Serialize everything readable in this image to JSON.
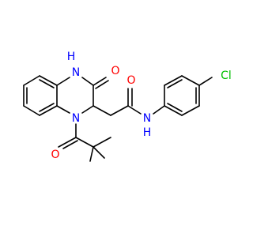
{
  "colors": {
    "carbon_bond": "#000000",
    "nitrogen": "#0000ff",
    "oxygen": "#ff0000",
    "chlorine": "#00c000",
    "background": "#ffffff"
  },
  "atoms": {
    "nh_ring": "H",
    "nh_ring_n": "N",
    "n_ring": "N",
    "o_ring": "O",
    "o_amide": "O",
    "nh_amide_n": "N",
    "nh_amide_h": "H",
    "o_pivaloyl": "O",
    "cl": "Cl"
  }
}
